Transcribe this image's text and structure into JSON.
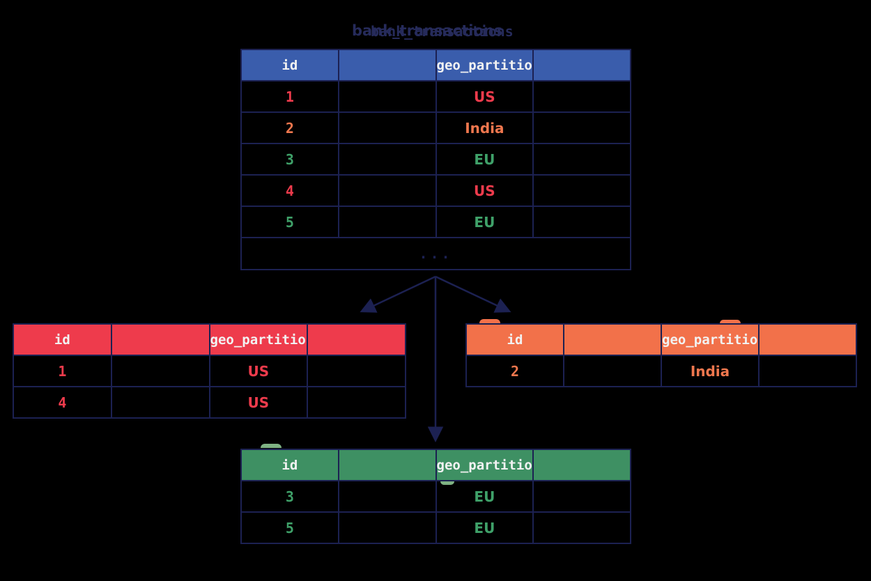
{
  "title": {
    "text": "bank_transactions"
  },
  "colors": {
    "background": "#000000",
    "navy": "#1c2152",
    "title": "#262b5b",
    "blue": "#3a5dac",
    "red": "#ee3b4c",
    "orange": "#f2714a",
    "orange_text": "#f0774e",
    "green": "#3e9063",
    "green_text": "#3fa169",
    "green_light": "#7fb283",
    "header_text": "#f2f2f2"
  },
  "tables": {
    "main": {
      "headers": [
        "id",
        "",
        "geo_partition",
        ""
      ],
      "rows": [
        [
          "1",
          "",
          "US",
          ""
        ],
        [
          "2",
          "",
          "India",
          ""
        ],
        [
          "3",
          "",
          "EU",
          ""
        ],
        [
          "4",
          "",
          "US",
          ""
        ],
        [
          "5",
          "",
          "EU",
          ""
        ]
      ],
      "ellipsis": "..."
    },
    "us": {
      "headers": [
        "id",
        "",
        "geo_partition",
        ""
      ],
      "rows": [
        [
          "1",
          "",
          "US",
          ""
        ],
        [
          "4",
          "",
          "US",
          ""
        ]
      ]
    },
    "india": {
      "headers": [
        "id",
        "",
        "geo_partition",
        ""
      ],
      "rows": [
        [
          "2",
          "",
          "India",
          ""
        ]
      ]
    },
    "eu": {
      "headers": [
        "id",
        "",
        "geo_partition",
        ""
      ],
      "rows": [
        [
          "3",
          "",
          "EU",
          ""
        ],
        [
          "5",
          "",
          "EU",
          ""
        ]
      ]
    }
  }
}
